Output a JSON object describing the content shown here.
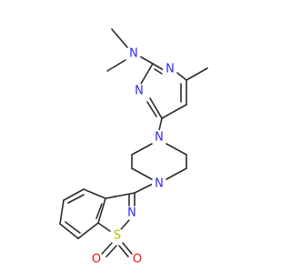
{
  "molecule": {
    "atoms": {
      "n_amine": "N",
      "n_pyr_1": "N",
      "n_pyr_3": "N",
      "n_pip_top": "N",
      "n_pip_bottom": "N",
      "n_isothiazole": "N",
      "s_sulfonyl": "S",
      "o_left": "O",
      "o_right": "O"
    },
    "colors": {
      "bond": "#2b2b2b",
      "nitrogen": "#2a2af0",
      "sulfur": "#b8b800",
      "oxygen": "#ee1111"
    }
  }
}
